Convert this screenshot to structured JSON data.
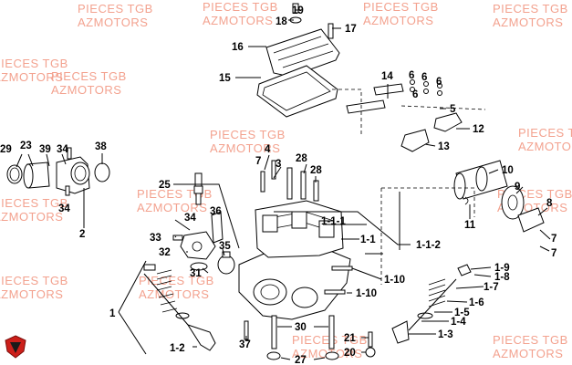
{
  "watermarks": [
    {
      "id": "wm1",
      "lines": [
        "PIECES TGB",
        "AZMOTORS"
      ]
    },
    {
      "id": "wm2",
      "lines": [
        "PIECES TGB",
        "AZMOTORS"
      ]
    },
    {
      "id": "wm3",
      "lines": [
        "PIECES TGB",
        "AZMOTORS"
      ]
    },
    {
      "id": "wm4",
      "lines": [
        "PIECES TGB",
        "AZMOTORS"
      ]
    },
    {
      "id": "wm5",
      "lines": [
        "PIECES TGB",
        "AZMOTORS"
      ]
    },
    {
      "id": "wm6",
      "lines": [
        "PIECES TGB",
        "AZMOTORS"
      ]
    },
    {
      "id": "wm7",
      "lines": [
        "PIECES TGB",
        "AZMOTORS"
      ]
    },
    {
      "id": "wm8",
      "lines": [
        "PIECES TGB",
        "AZMOTORS"
      ]
    },
    {
      "id": "wm9",
      "lines": [
        "PIECES TGB",
        "AZMOTORS"
      ]
    },
    {
      "id": "wm10",
      "lines": [
        "PIECES TGB",
        "AZMOTORS"
      ]
    },
    {
      "id": "wm11",
      "lines": [
        "PIECES TGB",
        "AZMOTORS"
      ]
    },
    {
      "id": "wm12",
      "lines": [
        "PIECES TGB",
        "AZMOTORS"
      ]
    },
    {
      "id": "wm13",
      "lines": [
        "PIECES TGB",
        "AZMOTORS"
      ]
    },
    {
      "id": "wm14",
      "lines": [
        "PIECES TGB",
        "AZMOTORS"
      ]
    },
    {
      "id": "wm15",
      "lines": [
        "PIECES TGB",
        "AZMOTORS"
      ]
    }
  ],
  "callouts": {
    "c19": "19",
    "c18": "18",
    "c17": "17",
    "c16": "16",
    "c15": "15",
    "c14": "14",
    "c6a": "6",
    "c6b": "6",
    "c6c": "6",
    "c6d": "6",
    "c5": "5",
    "c12": "12",
    "c13": "13",
    "c29": "29",
    "c23": "23",
    "c39": "39",
    "c34a": "34",
    "c38": "38",
    "c34b": "34",
    "c2": "2",
    "c25": "25",
    "c4": "4",
    "c7a": "7",
    "c3": "3",
    "c28a": "28",
    "c28b": "28",
    "c10": "10",
    "c9": "9",
    "c8": "8",
    "c11": "11",
    "c7b": "7",
    "c7c": "7",
    "c1_1_1": "1-1-1",
    "c1_1": "1-1",
    "c1_1_2": "1-1-2",
    "c34c": "34",
    "c36": "36",
    "c33": "33",
    "c32": "32",
    "c35": "35",
    "c31": "31",
    "c1_9": "1-9",
    "c1_8": "1-8",
    "c1_7": "1-7",
    "c1_10a": "1-10",
    "c1_10b": "1-10",
    "c1_6": "1-6",
    "c1_5": "1-5",
    "c1_4": "1-4",
    "c1_3": "1-3",
    "c1": "1",
    "c1_2": "1-2",
    "c30": "30",
    "c37": "37",
    "c21": "21",
    "c20": "20",
    "c27": "27"
  },
  "colors": {
    "callout_text": "#000000",
    "watermark": "#f3a28f",
    "logo_red": "#cc1f1a",
    "piston_ring_red": "#e8231f"
  },
  "icons": {
    "logo": "tgb-shield-logo"
  }
}
